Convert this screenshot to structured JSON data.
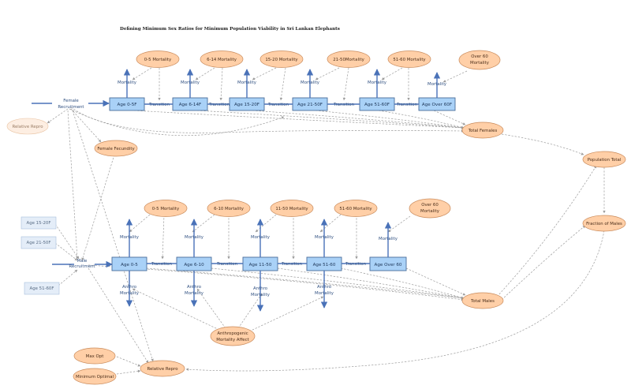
{
  "title": "Defining Minimum Sex Ratios for Minimum Population Viability in Sri Lankan Elephants",
  "female": {
    "inflow_label": "Female Recruitment",
    "stocks": [
      "Age 0-5F",
      "Age 6-14F",
      "Age 15-20F",
      "Age 21-50F",
      "Age 51-60F",
      "Age Over 60F"
    ],
    "mortality_vars": [
      "0-5 Mortality",
      "6-14 Mortality",
      "15-20 Mortality",
      "21-50Mortality",
      "51-60 Mortality",
      "Over 60 Mortality"
    ],
    "mortality_flow_label": "Mortality",
    "transition_label": "Transition",
    "fecundity": "Female Fecundity",
    "relative_repro_ghost": "Relative Repro",
    "total": "Total Females"
  },
  "male": {
    "inflow_label": "Male Recruitment",
    "stocks": [
      "Age 0-5",
      "Age 6-10",
      "Age 11-50",
      "Age 51-60",
      "Age Over 60"
    ],
    "mortality_vars": [
      "0-5 Mortality",
      "6-10 Mortality",
      "11-50 Mortality",
      "51-60 Mortality",
      "Over 60 Mortality"
    ],
    "mortality_flow_label": "Mortality",
    "transition_label": "Transition",
    "anthro_flow_label": "Anthro Mortality",
    "anthro_affect": "Anthropogenic Mortality Affect",
    "ghost_stocks": [
      "Age 15-20F",
      "Age 21-50F",
      "Age 51-60F"
    ],
    "total": "Total Males"
  },
  "population_total": "Population Total",
  "fraction_of_males": "Fraction of Males",
  "max_opt": "Max Opt",
  "minimum_optimal": "Minimum Optimal",
  "relative_repro": "Relative Repro",
  "colors": {
    "stock_fill": "#a9d1f7",
    "stock_border": "#4a6d9a",
    "variable_fill": "#ffcfa7",
    "flow_arrow": "#4a72b8",
    "link_line": "#9c9c9c"
  }
}
